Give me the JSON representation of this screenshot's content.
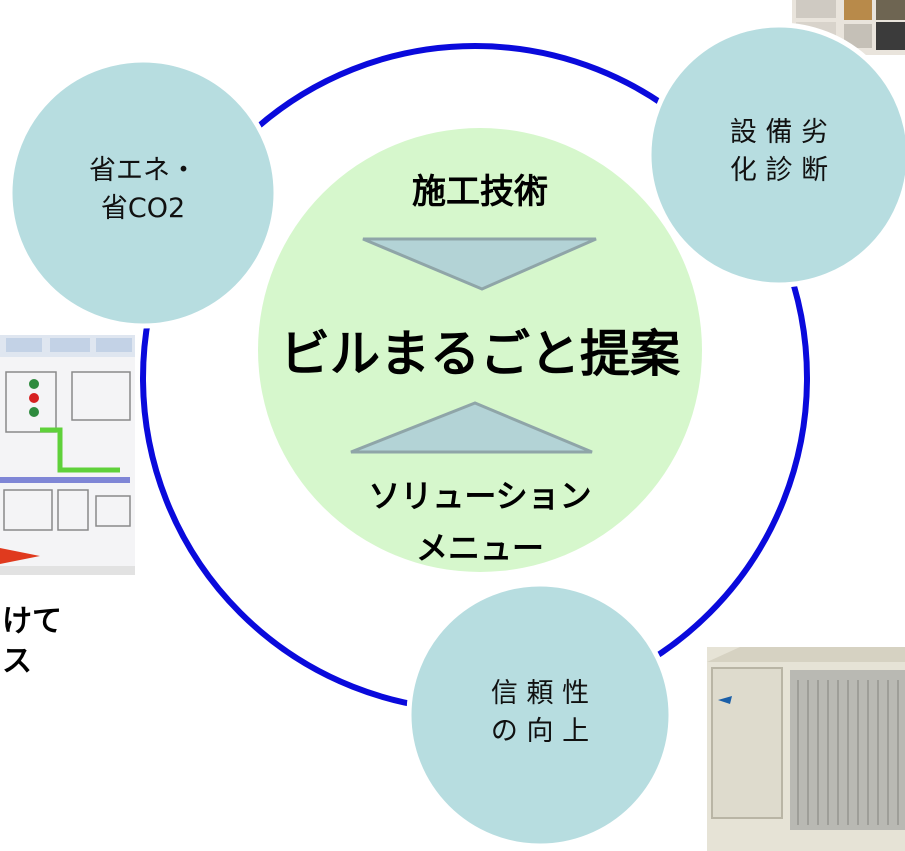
{
  "center": {
    "top_label": "施工技術",
    "main_label": "ビルまるごと提案",
    "bottom_label_line1": "ソリューション",
    "bottom_label_line2": "メニュー"
  },
  "nodes": {
    "energy": {
      "line1": "省エネ・",
      "line2": "省CO2"
    },
    "diagnosis": {
      "line1": "設 備 劣",
      "line2": "化 診 断"
    },
    "reliability": {
      "line1": "信 頼 性",
      "line2": "の 向 上"
    }
  },
  "left_caption": {
    "line1": "けて",
    "line2": "ス"
  },
  "colors": {
    "ring": "#0a0adc",
    "node_fill": "#b7dde0",
    "center_fill": "#d6f7cc",
    "triangle_fill": "#b3d3d6",
    "triangle_stroke": "#8fa5a8"
  }
}
